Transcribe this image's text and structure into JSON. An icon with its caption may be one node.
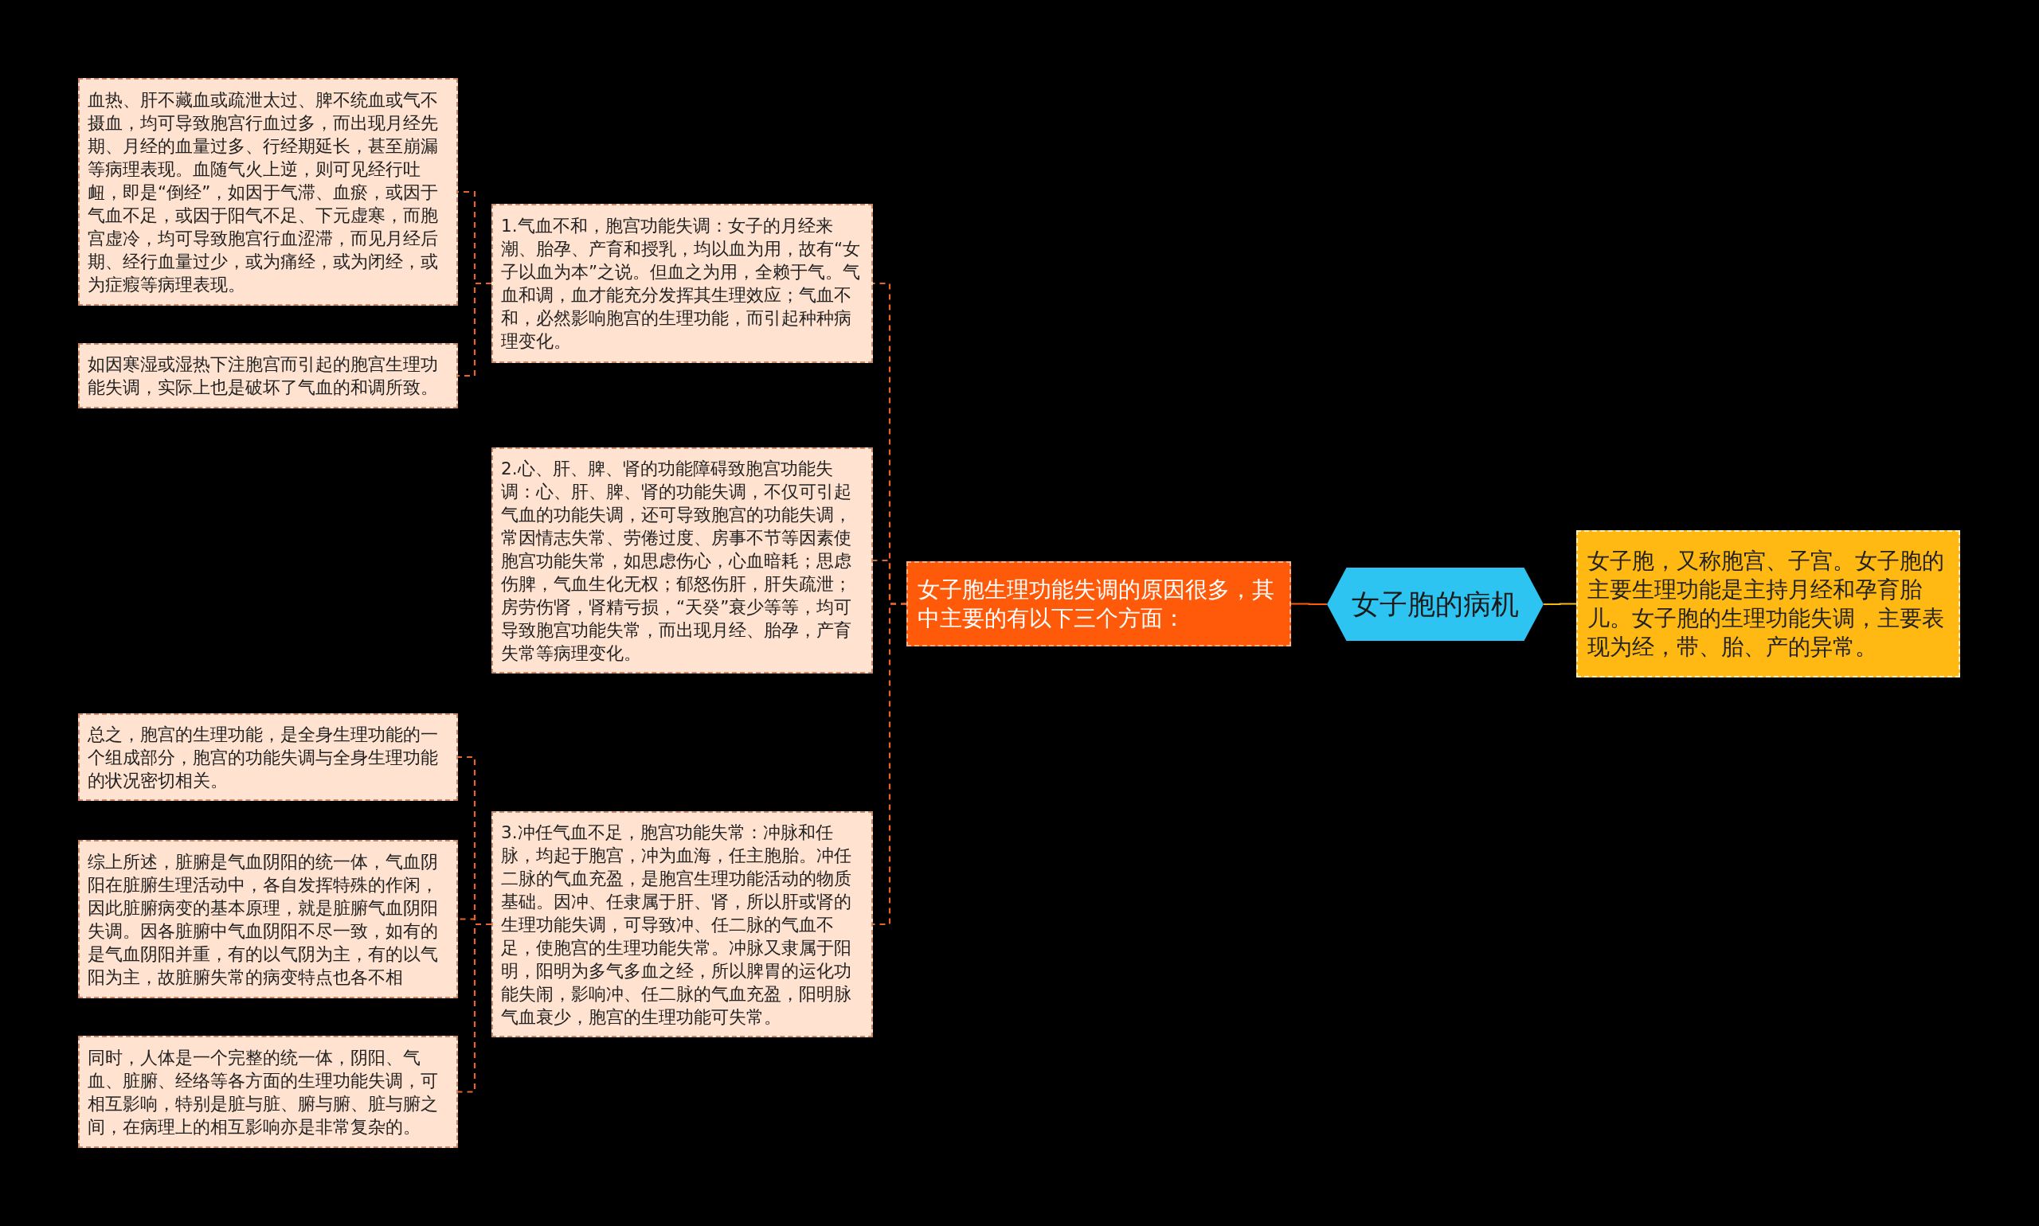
{
  "diagram": {
    "nodes": [
      {
        "text": [
          "女子胞的病机"
        ]
      },
      {
        "text": [
          "女子胞，又称胞宫、子宫。女子胞的主要生理功能是主持月经和孕育胎儿。女子胞的生理功能失调，主要表现为经，带、胎、产的异常。"
        ]
      },
      {
        "text": [
          "女子胞生理功能失调的原因很多，其中主要的有以下三个方面："
        ]
      },
      {
        "text": [
          "1.气血不和，胞宫功能失调：女子的月经来潮、胎孕、产育和授乳，均以血为用，故有“女子以血为本”之说。但血之为用，全赖于气。气血和调，血才能充分发挥其生理效应；气血不和，必然影响胞宫的生理功能，而引起种种病理变化。"
        ]
      },
      {
        "text": [
          "血热、肝不藏血或疏泄太过、脾不统血或气不摄血，均可导致胞宫行血过多，而出现月经先期、月经的血量过多、行经期延长，甚至崩漏等病理表现。血随气火上逆，则可见经行吐衄，即是“倒经”，如因于气滞、血瘀，或因于气血不足，或因于阳气不足、下元虚寒，而胞宫虚冷，均可导致胞宫行血涩滞，而见月经后期、经行血量过少，或为痛经，或为闭经，或为症瘕等病理表现。"
        ]
      },
      {
        "text": [
          "如因寒湿或湿热下注胞宫而引起的胞宫生理功能失调，实际上也是破坏了气血的和调所致。"
        ]
      },
      {
        "text": [
          "2.心、肝、脾、肾的功能障碍致胞宫功能失调：心、肝、脾、肾的功能失调，不仅可引起气血的功能失调，还可导致胞宫的功能失调，常因情志失常、劳倦过度、房事不节等因素使胞宫功能失常，如思虑伤心，心血暗耗；思虑伤脾，气血生化无权；郁怒伤肝，肝失疏泄；房劳伤肾，肾精亏损，“天癸”衰少等等，均可导致胞宫功能失常，而出现月经、胎孕，产育失常等病理变化。"
        ]
      },
      {
        "text": [
          "3.冲任气血不足，胞宫功能失常：冲脉和任脉，均起于胞宫，冲为血海，任主胞胎。冲任二脉的气血充盈，是胞宫生理功能活动的物质基础。因冲、任隶属于肝、肾，所以肝或肾的生理功能失调，可导致冲、任二脉的气血不足，使胞宫的生理功能失常。冲脉又隶属于阳明，阳明为多气多血之经，所以脾胃的运化功能失闹，影响冲、任二脉的气血充盈，阳明脉气血衰少，胞宫的生理功能可失常。"
        ]
      },
      {
        "text": [
          "总之，胞宫的生理功能，是全身生理功能的一个组成部分，胞宫的功能失调与全身生理功能的状况密切相关。"
        ]
      },
      {
        "text": [
          "综上所述，脏腑是气血阴阳的统一体，气血阴阳在脏腑生理活动中，各自发挥特殊的作闲，因此脏腑病变的基本原理，就是脏腑气血阴阳失调。因各脏腑中气血阴阳不尽一致，如有的是气血阴阳并重，有的以气阴为主，有的以气阳为主，故脏腑失常的病变特点也各不相"
        ]
      },
      {
        "text": [
          "同时，人体是一个完整的统一体，阴阳、气血、脏腑、经络等各方面的生理功能失调，可相互影响，特别是脏与脏、腑与腑、脏与腑之间，在病理上的相互影响亦是非常复杂的。"
        ]
      }
    ],
    "edges": [
      {
        "from": 0,
        "to": 1,
        "arrow": "none",
        "color": "#f5b915"
      },
      {
        "from": 0,
        "to": 2,
        "arrow": "none",
        "color": "#ff5a0a"
      },
      {
        "from": 2,
        "to": 3,
        "arrow": "none",
        "style": "dashed"
      },
      {
        "from": 2,
        "to": 6,
        "arrow": "none",
        "style": "dashed"
      },
      {
        "from": 2,
        "to": 7,
        "arrow": "none",
        "style": "dashed"
      },
      {
        "from": 3,
        "to": 4,
        "arrow": "none",
        "style": "dashed"
      },
      {
        "from": 3,
        "to": 5,
        "arrow": "none",
        "style": "dashed"
      },
      {
        "from": 7,
        "to": 8,
        "arrow": "none",
        "style": "dashed"
      },
      {
        "from": 7,
        "to": 9,
        "arrow": "none",
        "style": "dashed"
      },
      {
        "from": 7,
        "to": 10,
        "arrow": "none",
        "style": "dashed"
      }
    ]
  }
}
